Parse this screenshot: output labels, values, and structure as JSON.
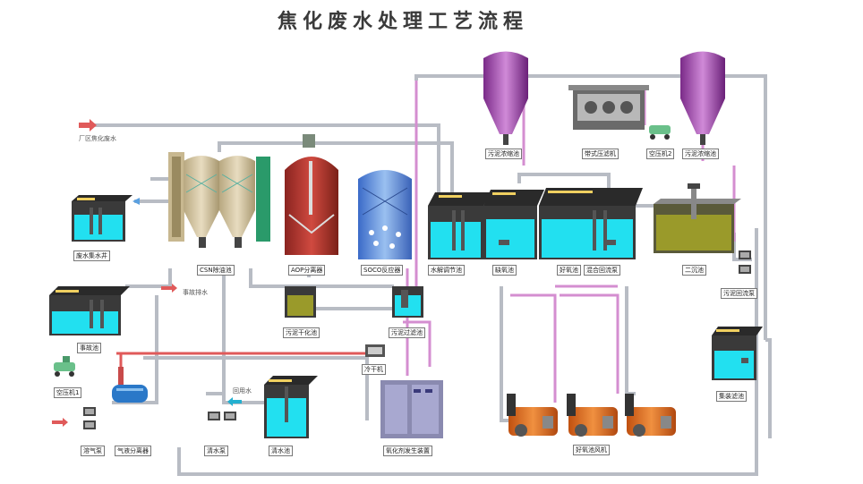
{
  "title": "焦化废水处理工艺流程",
  "labels": {
    "inlet": "厂区焦化废水",
    "collect_pool": "废水集水井",
    "accident_pool": "事故池",
    "air_compressor1": "空压机1",
    "degas_pump": "溶气泵",
    "gas_separator": "气液分离器",
    "csn_tank": "CSN除油池",
    "aop_separator": "AOP分离器",
    "soco_reactor": "SOCO反应器",
    "sludge_dry_pool": "污泥干化池",
    "sludge_filter_pool": "污泥过滤池",
    "cooler": "冷干机",
    "ozone_generator": "氧化剂发生装置",
    "clear_pump": "清水泵",
    "clear_pool": "清水池",
    "regulate_pool": "水解调节池",
    "anoxic_pool": "缺氧池",
    "aerobic_pool": "好氧池",
    "mix_reflux_pump": "混合回流泵",
    "secondary_settle": "二沉池",
    "sludge_thicken1": "污泥浓缩池",
    "sludge_thicken2": "污泥浓缩池",
    "belt_press": "带式压滤机",
    "air_compressor2": "空压机2",
    "sludge_return_pump": "污泥回流泵",
    "collect_filter_pool": "集装滤池",
    "aerobic_blower": "好氧池风机",
    "accident_water": "事故排水",
    "recycled_water": "回用水"
  },
  "colors": {
    "pipe_gray": "#b8bcc4",
    "pipe_pink": "#d48ed0",
    "pipe_red": "#e05a5a",
    "water": "#22e0f0",
    "tank_purple": "#a04aa8",
    "aop_red": "#b0302a",
    "soco_blue": "#5a8ae0",
    "csn_tan": "#c8b890",
    "settle_olive": "#9a9a2a",
    "blower_orange": "#e07020"
  }
}
